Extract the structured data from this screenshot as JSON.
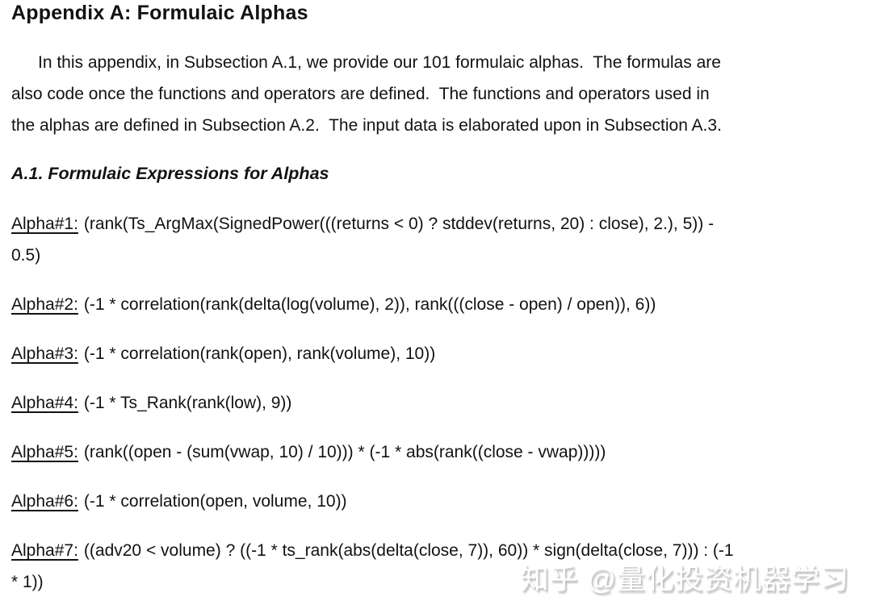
{
  "doc": {
    "title": "Appendix A: Formulaic Alphas",
    "intro_lines": [
      "In this appendix, in Subsection A.1, we provide our 101 formulaic alphas.  The formulas are",
      "also code once the functions and operators are defined.  The functions and operators used in",
      "the alphas are defined in Subsection A.2.  The input data is elaborated upon in Subsection A.3."
    ],
    "section_heading": "A.1. Formulaic Expressions for Alphas",
    "alphas": [
      {
        "label": "Alpha#1:",
        "lines": [
          "(rank(Ts_ArgMax(SignedPower(((returns < 0) ? stddev(returns, 20) : close), 2.), 5)) -",
          "0.5)"
        ]
      },
      {
        "label": "Alpha#2:",
        "lines": [
          "(-1 * correlation(rank(delta(log(volume), 2)), rank(((close - open) / open)), 6))"
        ]
      },
      {
        "label": "Alpha#3:",
        "lines": [
          "(-1 * correlation(rank(open), rank(volume), 10))"
        ]
      },
      {
        "label": "Alpha#4:",
        "lines": [
          "(-1 * Ts_Rank(rank(low), 9))"
        ]
      },
      {
        "label": "Alpha#5:",
        "lines": [
          "(rank((open - (sum(vwap, 10) / 10))) * (-1 * abs(rank((close - vwap)))))"
        ]
      },
      {
        "label": "Alpha#6:",
        "lines": [
          "(-1 * correlation(open, volume, 10))"
        ]
      },
      {
        "label": "Alpha#7:",
        "lines": [
          "((adv20 < volume) ? ((-1 * ts_rank(abs(delta(close, 7)), 60)) * sign(delta(close, 7))) : (-1",
          "* 1))"
        ]
      }
    ],
    "watermark": "知乎 @量化投资机器学习"
  }
}
